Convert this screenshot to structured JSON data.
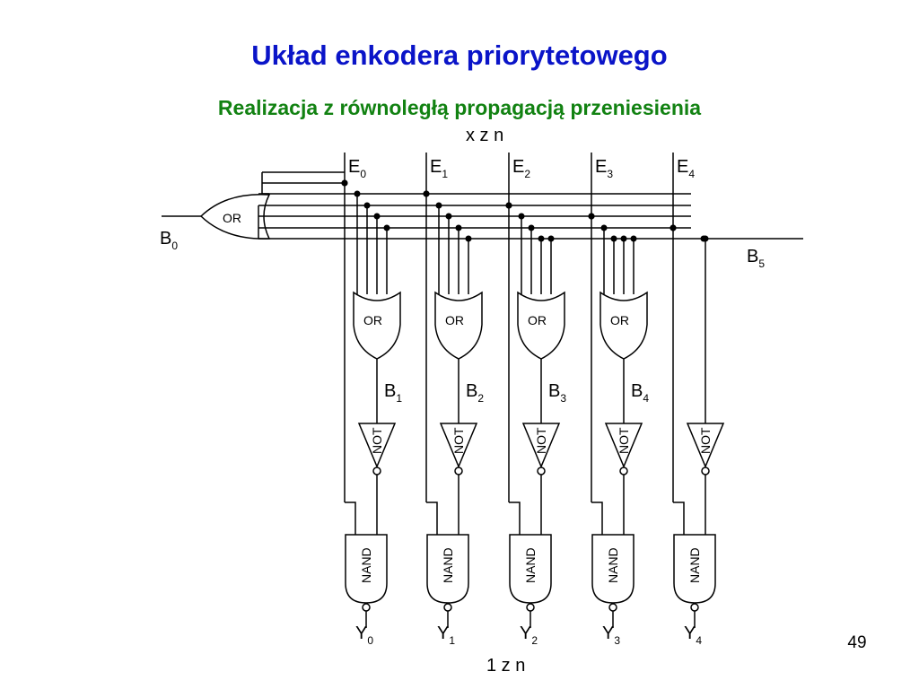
{
  "slide": {
    "title": "Układ enkodera priorytetowego",
    "subtitle": "Realizacja z równoległą propagacją przeniesienia",
    "page_number": "49",
    "title_color": "#0a14c8",
    "subtitle_color": "#128212"
  },
  "diagram": {
    "top_label": "x z n",
    "bottom_label": "1 z n",
    "inputs": [
      "E0",
      "E1",
      "E2",
      "E3",
      "E4"
    ],
    "or_gates": [
      "OR",
      "OR",
      "OR",
      "OR",
      "OR"
    ],
    "not_gates": [
      "NOT",
      "NOT",
      "NOT",
      "NOT",
      "NOT"
    ],
    "nand_gates": [
      "NAND",
      "NAND",
      "NAND",
      "NAND",
      "NAND"
    ],
    "outputs": [
      "Y0",
      "Y1",
      "Y2",
      "Y3",
      "Y4"
    ],
    "b_signals": [
      "B0",
      "B1",
      "B2",
      "B3",
      "B4",
      "B5"
    ]
  }
}
